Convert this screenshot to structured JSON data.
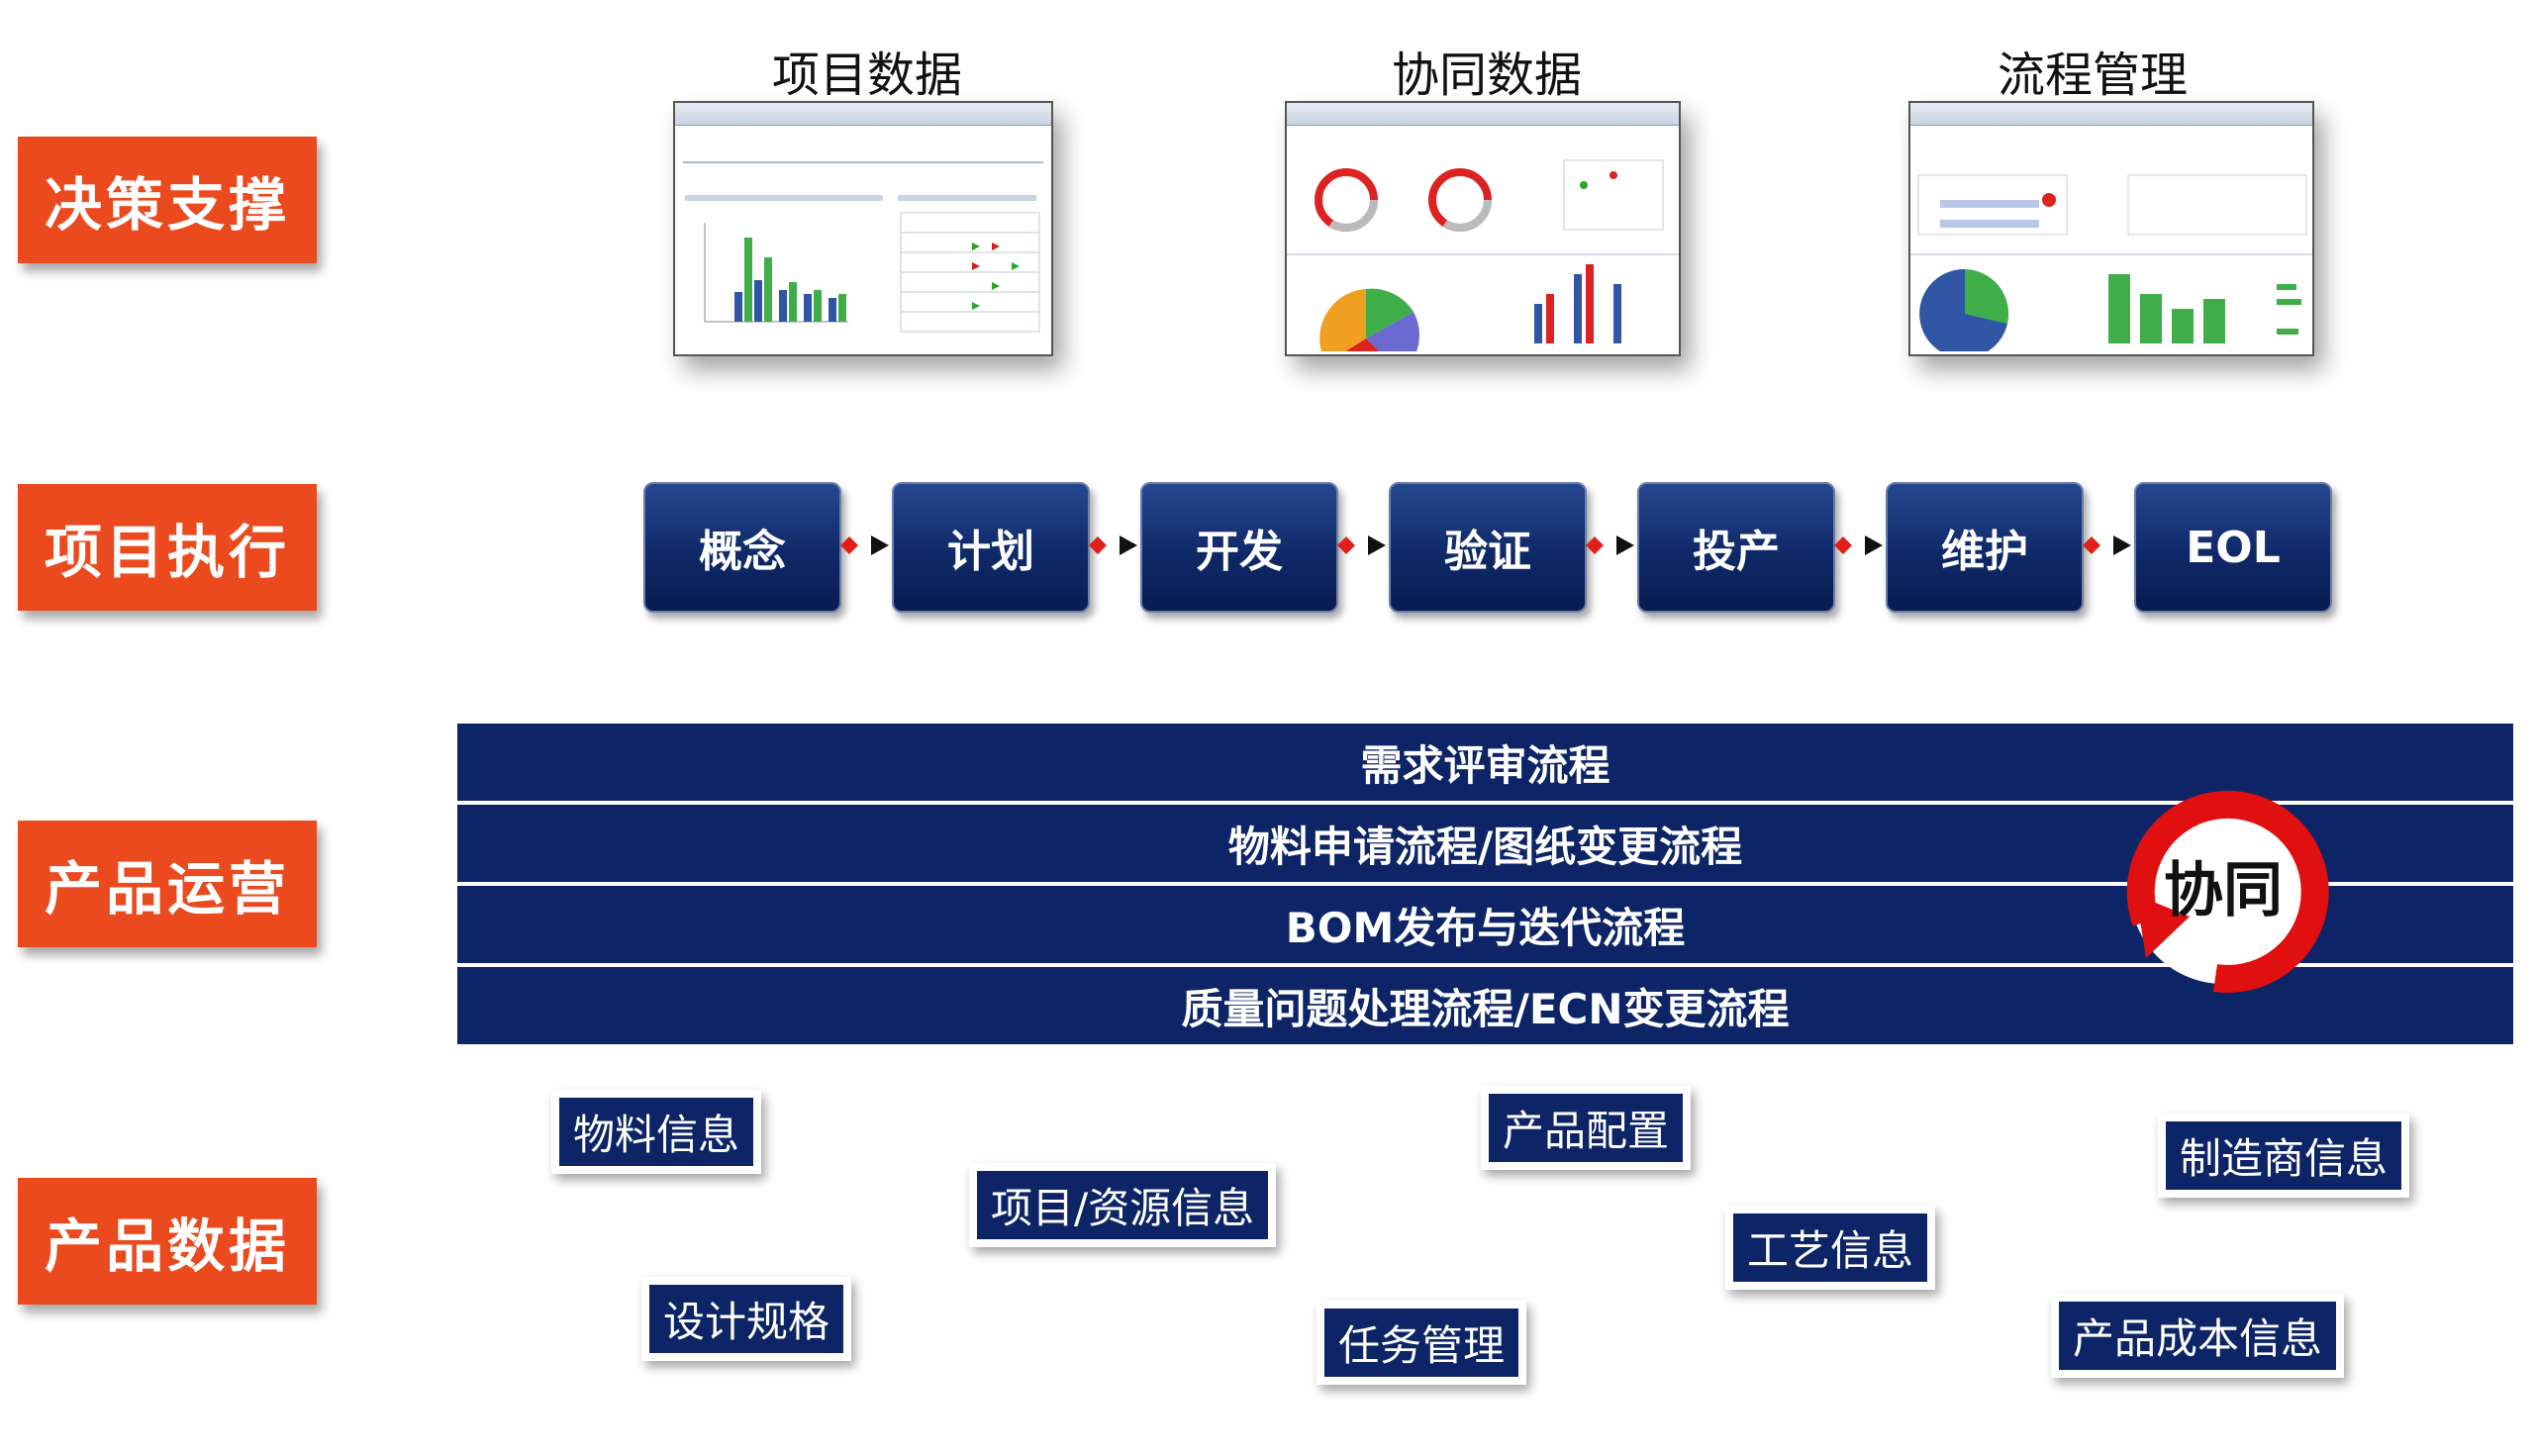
{
  "layers": {
    "decision": "决策支撑",
    "execution": "项目执行",
    "operations": "产品运营",
    "data": "产品数据"
  },
  "dashboards": [
    {
      "title": "项目数据"
    },
    {
      "title": "协同数据"
    },
    {
      "title": "流程管理"
    }
  ],
  "stages": [
    "概念",
    "计划",
    "开发",
    "验证",
    "投产",
    "维护",
    "EOL"
  ],
  "processes": [
    "需求评审流程",
    "物料申请流程/图纸变更流程",
    "BOM发布与迭代流程",
    "质量问题处理流程/ECN变更流程"
  ],
  "collab_badge": "协同",
  "data_items": [
    "物料信息",
    "项目/资源信息",
    "产品配置",
    "工艺信息",
    "制造商信息",
    "设计规格",
    "任务管理",
    "产品成本信息"
  ],
  "colors": {
    "label_orange": "#ea4a1e",
    "navy": "#0d2466",
    "connector_red": "#e0201b",
    "badge_red": "#e01010"
  },
  "icons": {
    "connector": "diamond-arrow-icon",
    "cycle": "circular-arrow-icon"
  }
}
